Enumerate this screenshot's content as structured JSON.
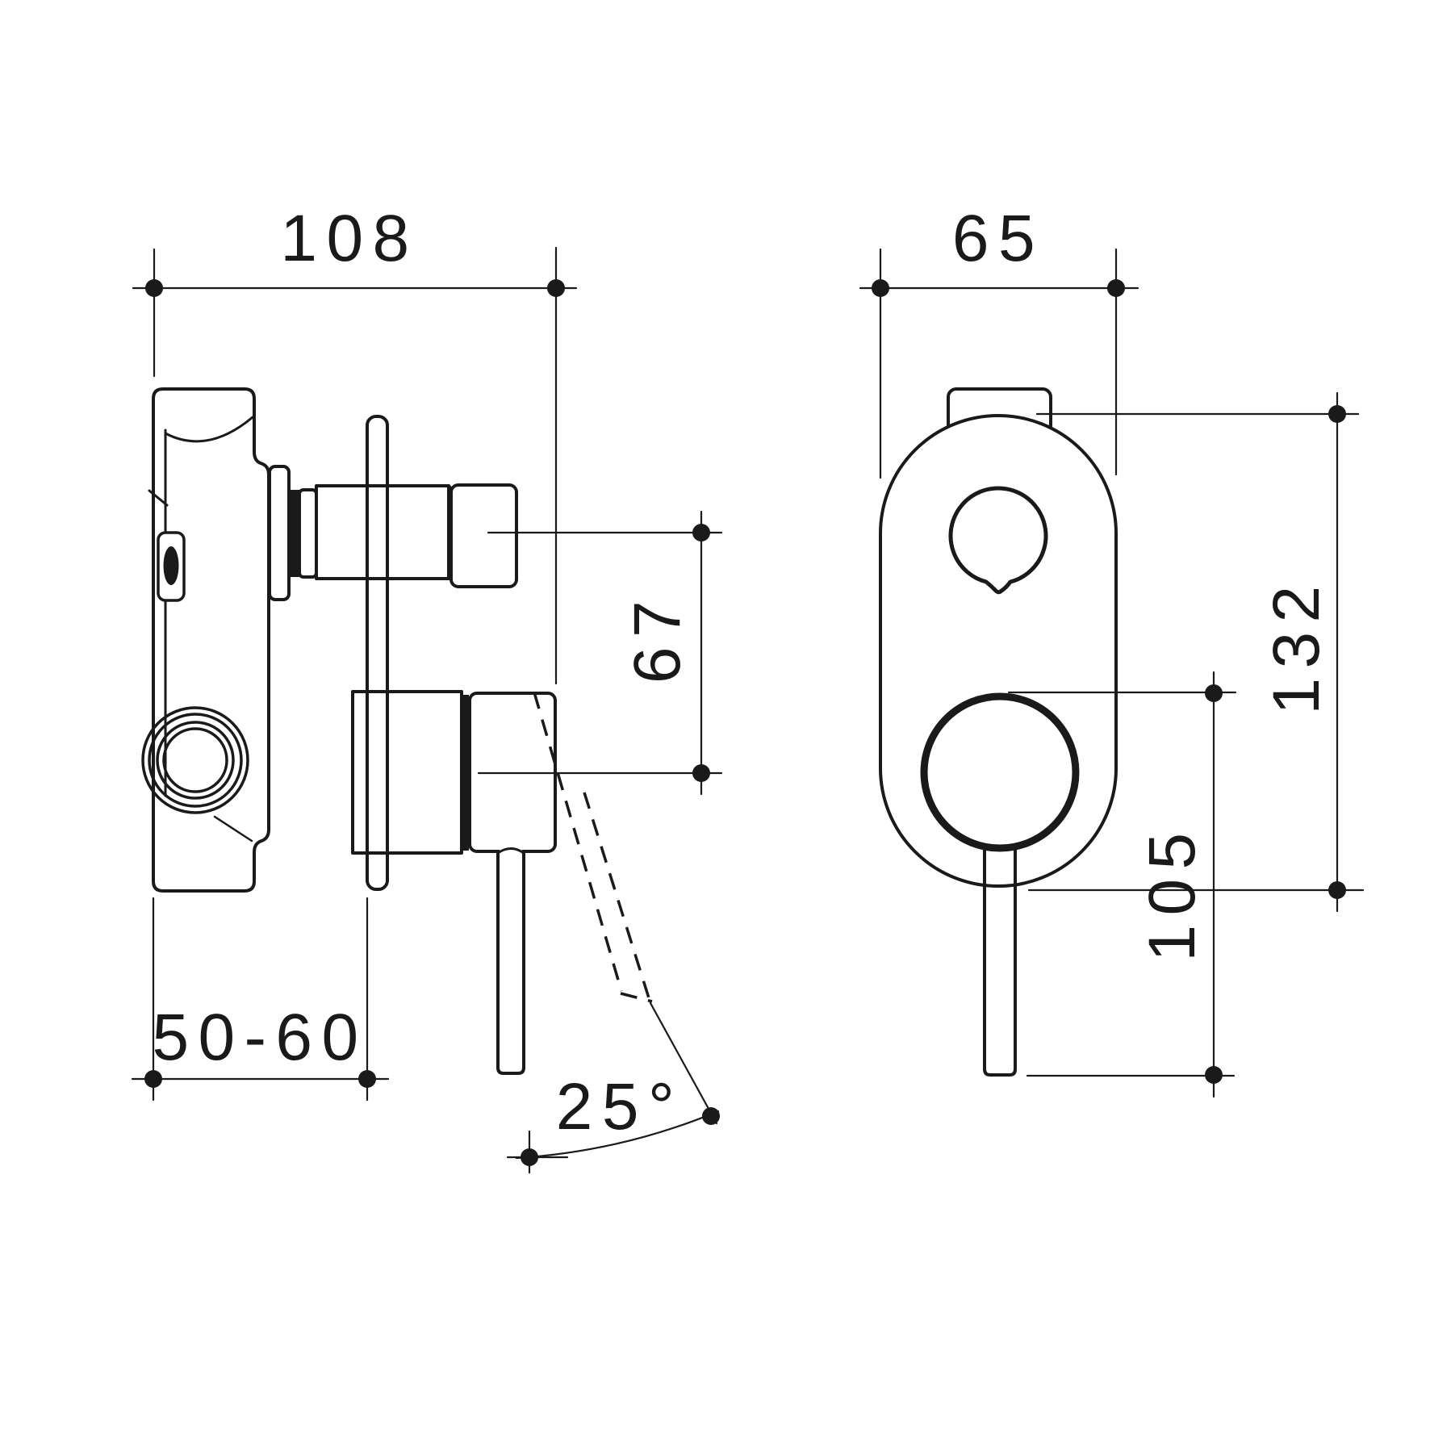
{
  "drawing": {
    "type": "technical-installation-diagram",
    "subject": "wall-mixer-with-diverter",
    "colors": {
      "line": "#1a1a1a",
      "background": "#ffffff"
    },
    "dimensions": {
      "body_width": "108",
      "plate_width": "65",
      "outlet_spacing": "67",
      "plate_height": "132",
      "handle_length": "105",
      "wall_depth_range": "50-60",
      "handle_angle": "25°"
    }
  }
}
